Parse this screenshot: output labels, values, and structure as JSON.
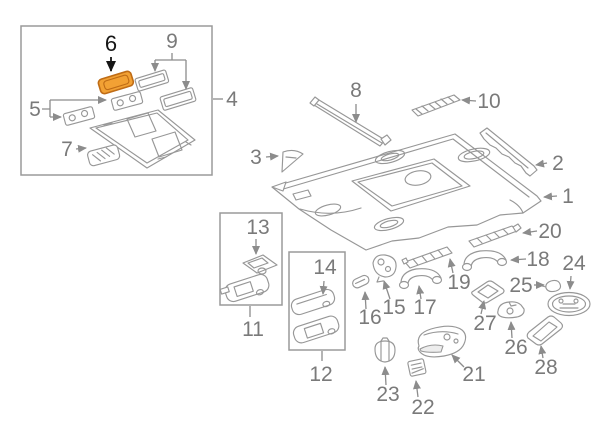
{
  "diagram": {
    "selected_callout": "6",
    "callouts": [
      {
        "label": "1"
      },
      {
        "label": "2"
      },
      {
        "label": "3"
      },
      {
        "label": "4"
      },
      {
        "label": "5"
      },
      {
        "label": "6",
        "selected": true
      },
      {
        "label": "7"
      },
      {
        "label": "8"
      },
      {
        "label": "9"
      },
      {
        "label": "10"
      },
      {
        "label": "11"
      },
      {
        "label": "12"
      },
      {
        "label": "13"
      },
      {
        "label": "14"
      },
      {
        "label": "15"
      },
      {
        "label": "16"
      },
      {
        "label": "17"
      },
      {
        "label": "18"
      },
      {
        "label": "19"
      },
      {
        "label": "20"
      },
      {
        "label": "21"
      },
      {
        "label": "22"
      },
      {
        "label": "23"
      },
      {
        "label": "24"
      },
      {
        "label": "25"
      },
      {
        "label": "26"
      },
      {
        "label": "27"
      },
      {
        "label": "28"
      }
    ]
  },
  "colors": {
    "background": "#ffffff",
    "line_art": "#979797",
    "box_border": "#9a9a9a",
    "callout_line": "#8c8c8c",
    "callout_text": "#7a7a7a",
    "selected_text": "#161616",
    "selected_fill": "#f2a134",
    "selected_stroke": "#bf6c16"
  }
}
